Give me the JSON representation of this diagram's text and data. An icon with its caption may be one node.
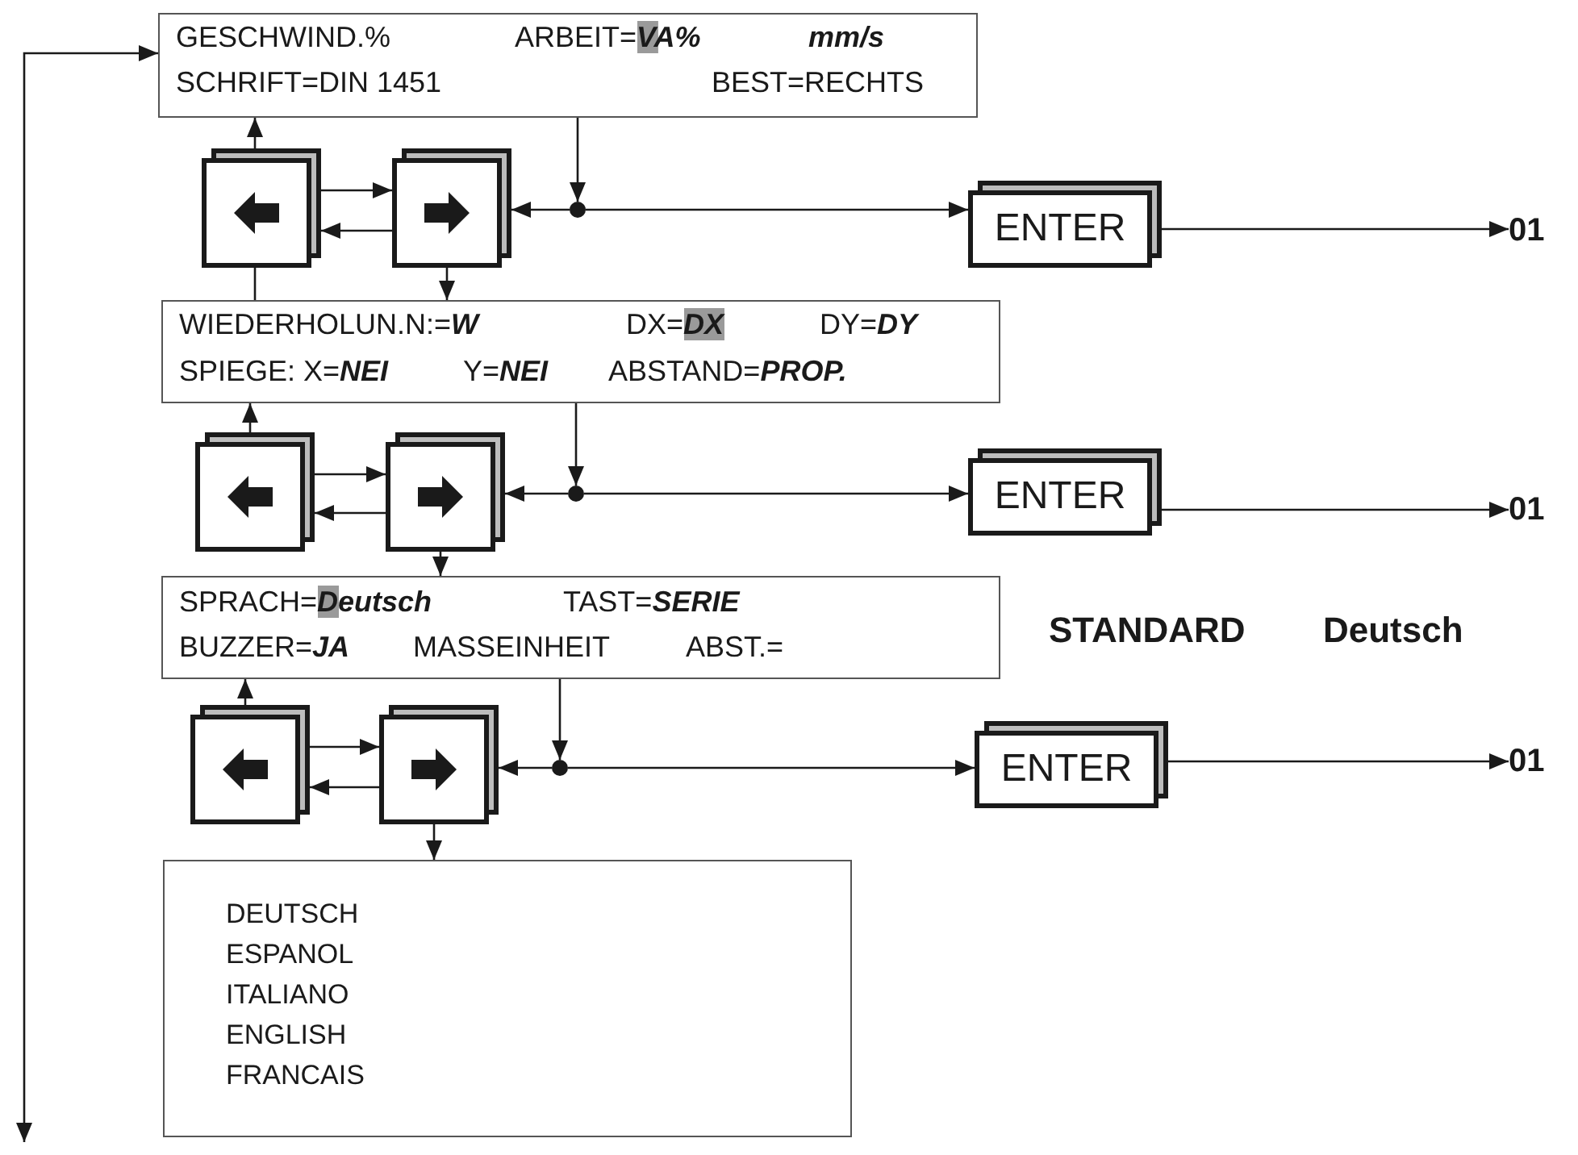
{
  "diagram": {
    "nodes": [
      {
        "text": [
          "GESCHWIND.%",
          "ARBEIT=**VA%**",
          "mm/s",
          "SCHRIFT=DIN 1451",
          "BEST=RECHTS"
        ]
      },
      {
        "text": [],
        "shape": "box"
      },
      {
        "text": [],
        "shape": "box"
      },
      {
        "text": [],
        "shape": "circle"
      },
      {
        "text": [
          "ENTER"
        ]
      },
      {
        "text": [
          "01"
        ]
      },
      {
        "text": [
          "WIEDERHOLUN.N:=**W**",
          "DX=**DX**",
          "DY=**DY**",
          "SPIEGE: X=**NEI**",
          "Y=**NEI**",
          "ABSTAND=**PROP.**"
        ]
      },
      {
        "text": [],
        "shape": "box"
      },
      {
        "text": [],
        "shape": "box"
      },
      {
        "text": [],
        "shape": "circle"
      },
      {
        "text": [
          "ENTER"
        ]
      },
      {
        "text": [
          "01"
        ]
      },
      {
        "text": [
          "SPRACH=**Deutsch**",
          "TAST=**SERIE**",
          "BUZZER=**JA**",
          "MASSEINHEIT",
          "ABST.="
        ]
      },
      {
        "text": [],
        "shape": "box"
      },
      {
        "text": [],
        "shape": "box"
      },
      {
        "text": [],
        "shape": "circle"
      },
      {
        "text": [
          "ENTER"
        ]
      },
      {
        "text": [
          "01"
        ]
      },
      {
        "text": [
          "DEUTSCH",
          "ESPANOL",
          "ITALIANO",
          "ENGLISH",
          "FRANCAIS"
        ]
      }
    ],
    "edges": [
      {
        "from": null,
        "to": 0,
        "arrow": "both"
      },
      {
        "from": 1,
        "to": 0,
        "arrow": "to"
      },
      {
        "from": 1,
        "to": 2,
        "arrow": "to"
      },
      {
        "from": 2,
        "to": 1,
        "arrow": "to"
      },
      {
        "from": 0,
        "to": 3,
        "arrow": "to"
      },
      {
        "from": 3,
        "to": 2,
        "arrow": "to"
      },
      {
        "from": 3,
        "to": 4,
        "arrow": "to"
      },
      {
        "from": 4,
        "to": 5,
        "arrow": "to"
      },
      {
        "from": 2,
        "to": 6,
        "arrow": "to"
      },
      {
        "from": 1,
        "to": 6,
        "arrow": "none"
      },
      {
        "from": 7,
        "to": 6,
        "arrow": "to"
      },
      {
        "from": 7,
        "to": 8,
        "arrow": "to"
      },
      {
        "from": 8,
        "to": 7,
        "arrow": "to"
      },
      {
        "from": 6,
        "to": 9,
        "arrow": "to"
      },
      {
        "from": 9,
        "to": 8,
        "arrow": "to"
      },
      {
        "from": 9,
        "to": 10,
        "arrow": "to"
      },
      {
        "from": 10,
        "to": 11,
        "arrow": "to"
      },
      {
        "from": 8,
        "to": 12,
        "arrow": "to"
      },
      {
        "from": 13,
        "to": 12,
        "arrow": "to"
      },
      {
        "from": 13,
        "to": 14,
        "arrow": "to"
      },
      {
        "from": 14,
        "to": 13,
        "arrow": "to"
      },
      {
        "from": 12,
        "to": 15,
        "arrow": "to"
      },
      {
        "from": 15,
        "to": 14,
        "arrow": "to"
      },
      {
        "from": 15,
        "to": 16,
        "arrow": "to"
      },
      {
        "from": 16,
        "to": 17,
        "arrow": "to"
      },
      {
        "from": 14,
        "to": 18,
        "arrow": "to"
      }
    ],
    "labels": [
      "STANDARD",
      "Deutsch"
    ]
  }
}
